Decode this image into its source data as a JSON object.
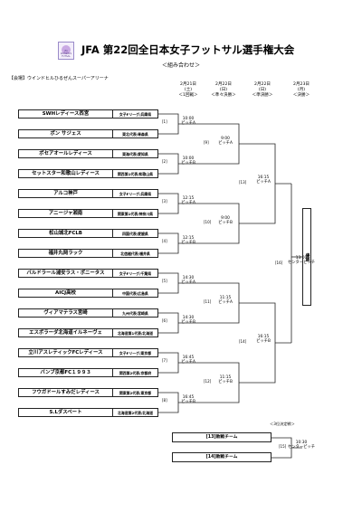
{
  "header": {
    "logo_text": "JFA WOMEN'S FUTSAL",
    "title": "JFA 第22回全日本女子フットサル選手権大会",
    "subtitle": "＜組み合わせ＞",
    "venue": "【会場】ウインドヒルひるぜんスーパーアリーナ"
  },
  "columns": [
    {
      "date": "2月21日",
      "day": "(土)",
      "round": "＜1回戦＞"
    },
    {
      "date": "2月22日",
      "day": "(日)",
      "round": "＜準々決勝＞"
    },
    {
      "date": "2月22日",
      "day": "(日)",
      "round": "＜準決勝＞"
    },
    {
      "date": "2月23日",
      "day": "(月)",
      "round": "＜決勝＞"
    }
  ],
  "teams": [
    {
      "name": "SWHレディース西宮",
      "region": "女子Fリーグ/兵庫県"
    },
    {
      "name": "ボン サジェス",
      "region": "東北代表/青森県"
    },
    {
      "name": "ポセアオールレディース",
      "region": "東海代表/愛知県"
    },
    {
      "name": "セットスター和歌山レディース",
      "region": "関西第1代表/和歌山県"
    },
    {
      "name": "アルコ神戸",
      "region": "女子Fリーグ/兵庫県"
    },
    {
      "name": "アニージャ湘南",
      "region": "関東第1代表/神奈川県"
    },
    {
      "name": "松山城北FCLB",
      "region": "四国代表/愛媛県"
    },
    {
      "name": "福井丸岡ラック",
      "region": "北信越代表/福井県"
    },
    {
      "name": "バルドラール浦安ラス・ボニータス",
      "region": "女子Fリーグ/千葉県"
    },
    {
      "name": "AICJ高校",
      "region": "中国代表/広島県"
    },
    {
      "name": "ヴィアマテラス宮崎",
      "region": "九州代表/宮崎県"
    },
    {
      "name": "エスポラーダ北海道イルネーヴェ",
      "region": "北海道第1代表/北海道"
    },
    {
      "name": "立川アスレティックFCレディース",
      "region": "女子Fリーグ/東京都"
    },
    {
      "name": "バンブ京都FC１９９３",
      "region": "関西第2代表/京都府"
    },
    {
      "name": "フウガドールすみだレディース",
      "region": "関東第2代表/東京都"
    },
    {
      "name": "S.Lダスペート",
      "region": "北海道第2代表/北海道"
    }
  ],
  "round1": [
    {
      "num": "[1]",
      "time": "10:00",
      "court": "ピッチA"
    },
    {
      "num": "[2]",
      "time": "10:00",
      "court": "ピッチB"
    },
    {
      "num": "[3]",
      "time": "12:15",
      "court": "ピッチA"
    },
    {
      "num": "[4]",
      "time": "12:15",
      "court": "ピッチB"
    },
    {
      "num": "[5]",
      "time": "14:30",
      "court": "ピッチA"
    },
    {
      "num": "[6]",
      "time": "14:30",
      "court": "ピッチB"
    },
    {
      "num": "[7]",
      "time": "16:45",
      "court": "ピッチA"
    },
    {
      "num": "[8]",
      "time": "16:45",
      "court": "ピッチB"
    }
  ],
  "quarter": [
    {
      "num": "[9]",
      "time": "9:00",
      "court": "ピッチA"
    },
    {
      "num": "[10]",
      "time": "9:00",
      "court": "ピッチB"
    },
    {
      "num": "[11]",
      "time": "11:15",
      "court": "ピッチA"
    },
    {
      "num": "[12]",
      "time": "11:15",
      "court": "ピッチB"
    }
  ],
  "semi": [
    {
      "num": "[13]",
      "time": "16:15",
      "court": "ピッチA"
    },
    {
      "num": "[14]",
      "time": "16:15",
      "court": "ピッチB"
    }
  ],
  "final": {
    "num": "[16]",
    "time": "13:00",
    "court": "センターピッチ",
    "champion_label": "優勝"
  },
  "third_place": {
    "label": "＜3位決定戦＞",
    "team1": "[13]敗戦チーム",
    "team2": "[14]敗戦チーム",
    "num": "[15]",
    "time": "10:30",
    "court": "センターピッチ"
  }
}
